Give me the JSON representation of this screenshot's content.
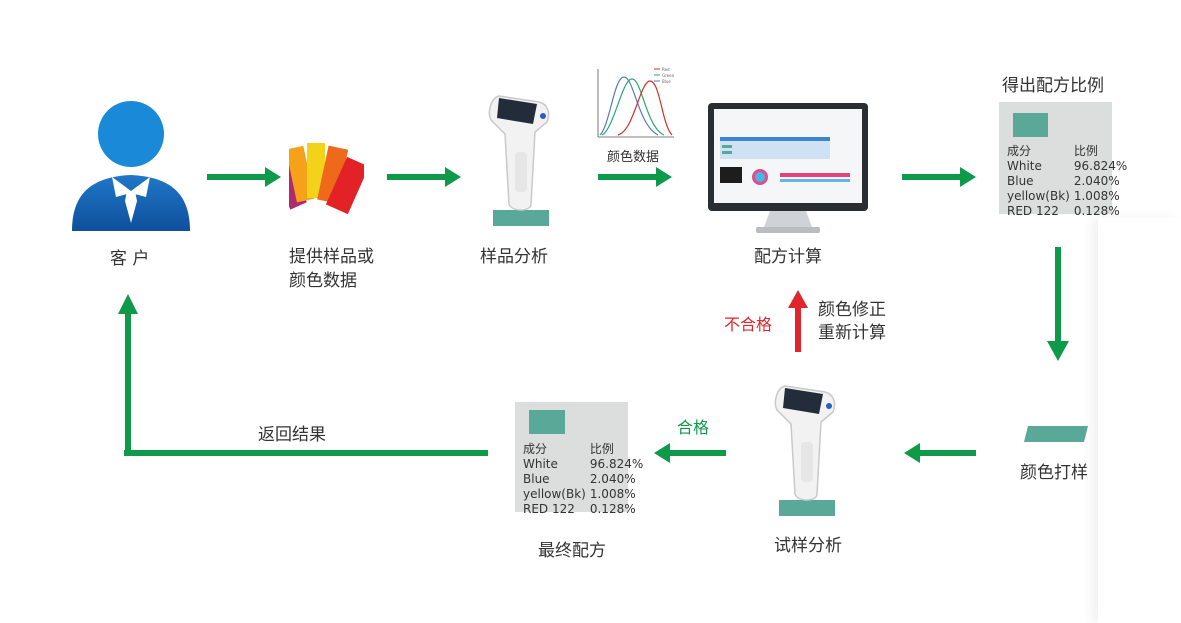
{
  "steps": {
    "customer": "客 户",
    "provide_line1": "提供样品或",
    "provide_line2": "颜色数据",
    "sample_analysis": "样品分析",
    "color_data": "颜色数据",
    "formula_calc": "配方计算",
    "get_ratio": "得出配方比例",
    "color_proof": "颜色打样",
    "trial_analysis": "试样分析",
    "final_formula": "最终配方",
    "return_result": "返回结果",
    "pass": "合格",
    "fail": "不合格",
    "correct_line1": "颜色修正",
    "correct_line2": "重新计算"
  },
  "ratio_card": {
    "header": [
      "成分",
      "比例"
    ],
    "rows": [
      [
        "White",
        "96.824%"
      ],
      [
        "Blue",
        "2.040%"
      ],
      [
        "yellow(Bk)",
        "1.008%"
      ],
      [
        "RED 122",
        "0.128%"
      ]
    ]
  },
  "final_card": {
    "header": [
      "成分",
      "比例"
    ],
    "rows": [
      [
        "White",
        "96.824%"
      ],
      [
        "Blue",
        "2.040%"
      ],
      [
        "yellow(Bk)",
        "1.008%"
      ],
      [
        "RED 122",
        "0.128%"
      ]
    ]
  },
  "curve_legend": [
    "Red",
    "Green",
    "Blue"
  ],
  "colors": {
    "arrow_green": "#0f9a4a",
    "arrow_red": "#e0262d",
    "swatch": "#5aa897",
    "card_bg": "#dcdedd"
  }
}
